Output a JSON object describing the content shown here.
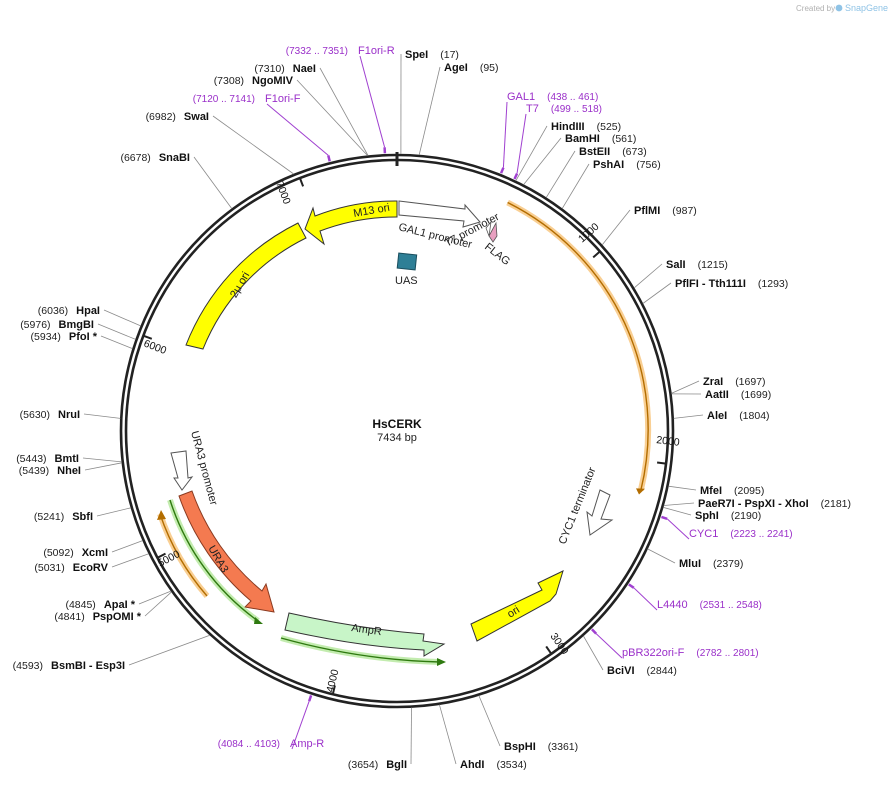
{
  "credit": {
    "text": "Created by",
    "brand": "SnapGene"
  },
  "plasmid": {
    "name": "HsCERK",
    "size_label": "7434 bp"
  },
  "backbone": {
    "ticks": [
      {
        "label": "1000",
        "angle": 48.5
      },
      {
        "label": "2000",
        "angle": 96.9
      },
      {
        "label": "3000",
        "angle": 145.3
      },
      {
        "label": "4000",
        "angle": 193.7
      },
      {
        "label": "5000",
        "angle": 242.1
      },
      {
        "label": "6000",
        "angle": 290.6
      },
      {
        "label": "7000",
        "angle": 339.0
      }
    ]
  },
  "sites": [
    {
      "name": "SpeI",
      "pos": "(17)",
      "side": "R"
    },
    {
      "name": "AgeI",
      "pos": "(95)",
      "side": "R"
    },
    {
      "name": "HindIII",
      "pos": "(525)",
      "side": "R"
    },
    {
      "name": "BamHI",
      "pos": "(561)",
      "side": "R"
    },
    {
      "name": "BstEII",
      "pos": "(673)",
      "side": "R"
    },
    {
      "name": "PshAI",
      "pos": "(756)",
      "side": "R"
    },
    {
      "name": "PflMI",
      "pos": "(987)",
      "side": "R"
    },
    {
      "name": "SalI",
      "pos": "(1215)",
      "side": "R"
    },
    {
      "name": "PflFI - Tth111I",
      "pos": "(1293)",
      "side": "R"
    },
    {
      "name": "ZraI",
      "pos": "(1697)",
      "side": "R"
    },
    {
      "name": "AatII",
      "pos": "(1699)",
      "side": "R"
    },
    {
      "name": "AleI",
      "pos": "(1804)",
      "side": "R"
    },
    {
      "name": "MfeI",
      "pos": "(2095)",
      "side": "R"
    },
    {
      "name": "PaeR7I - PspXI - XhoI",
      "pos": "(2181)",
      "side": "R"
    },
    {
      "name": "SphI",
      "pos": "(2190)",
      "side": "R"
    },
    {
      "name": "MluI",
      "pos": "(2379)",
      "side": "R"
    },
    {
      "name": "BciVI",
      "pos": "(2844)",
      "side": "R"
    },
    {
      "name": "BspHI",
      "pos": "(3361)",
      "side": "R"
    },
    {
      "name": "AhdI",
      "pos": "(3534)",
      "side": "R"
    },
    {
      "name": "BglI",
      "pos": "(3654)",
      "side": "L"
    },
    {
      "name": "BsmBI - Esp3I",
      "pos": "(4593)",
      "side": "L"
    },
    {
      "name": "PspOMI *",
      "pos": "(4841)",
      "side": "L"
    },
    {
      "name": "ApaI *",
      "pos": "(4845)",
      "side": "L"
    },
    {
      "name": "EcoRV",
      "pos": "(5031)",
      "side": "L"
    },
    {
      "name": "XcmI",
      "pos": "(5092)",
      "side": "L"
    },
    {
      "name": "SbfI",
      "pos": "(5241)",
      "side": "L"
    },
    {
      "name": "NheI",
      "pos": "(5439)",
      "side": "L"
    },
    {
      "name": "BmtI",
      "pos": "(5443)",
      "side": "L"
    },
    {
      "name": "NruI",
      "pos": "(5630)",
      "side": "L"
    },
    {
      "name": "PfoI *",
      "pos": "(5934)",
      "side": "L"
    },
    {
      "name": "BmgBI",
      "pos": "(5976)",
      "side": "L"
    },
    {
      "name": "HpaI",
      "pos": "(6036)",
      "side": "L"
    },
    {
      "name": "SnaBI",
      "pos": "(6678)",
      "side": "L"
    },
    {
      "name": "SwaI",
      "pos": "(6982)",
      "side": "L"
    },
    {
      "name": "NgoMIV",
      "pos": "(7308)",
      "side": "L"
    },
    {
      "name": "NaeI",
      "pos": "(7310)",
      "side": "L"
    }
  ],
  "primers": [
    {
      "name": "F1ori-R",
      "range": "(7332 .. 7351)",
      "side": "L"
    },
    {
      "name": "F1ori-F",
      "range": "(7120 .. 7141)",
      "side": "L"
    },
    {
      "name": "GAL1",
      "range": "(438 .. 461)",
      "side": "R"
    },
    {
      "name": "T7",
      "range": "(499 .. 518)",
      "side": "R"
    },
    {
      "name": "CYC1",
      "range": "(2223 .. 2241)",
      "side": "R"
    },
    {
      "name": "L4440",
      "range": "(2531 .. 2548)",
      "side": "R"
    },
    {
      "name": "pBR322ori-F",
      "range": "(2782 .. 2801)",
      "side": "R"
    },
    {
      "name": "Amp-R",
      "range": "(4084 .. 4103)",
      "side": "L"
    }
  ],
  "features": {
    "m13_ori": "M13 ori",
    "two_micron": "2μ ori",
    "gal1": "GAL1 promoter",
    "t7": "T7 promoter",
    "flag": "FLAG",
    "uas": "UAS",
    "ura3_promoter": "URA3 promoter",
    "ura3": "URA3",
    "ampr": "AmpR",
    "ori": "ori",
    "cyc1": "CYC1 terminator"
  },
  "colors": {
    "backbone": "#222222",
    "ori": "#ffff00",
    "ura3": "#f47a50",
    "ampr": "#c8f5c8",
    "uas": "#2e7f96",
    "flag": "#e8a0c0",
    "orf_highlight": "#f4a83a",
    "orf_green": "#3fa016",
    "primer": "#a040d0"
  }
}
